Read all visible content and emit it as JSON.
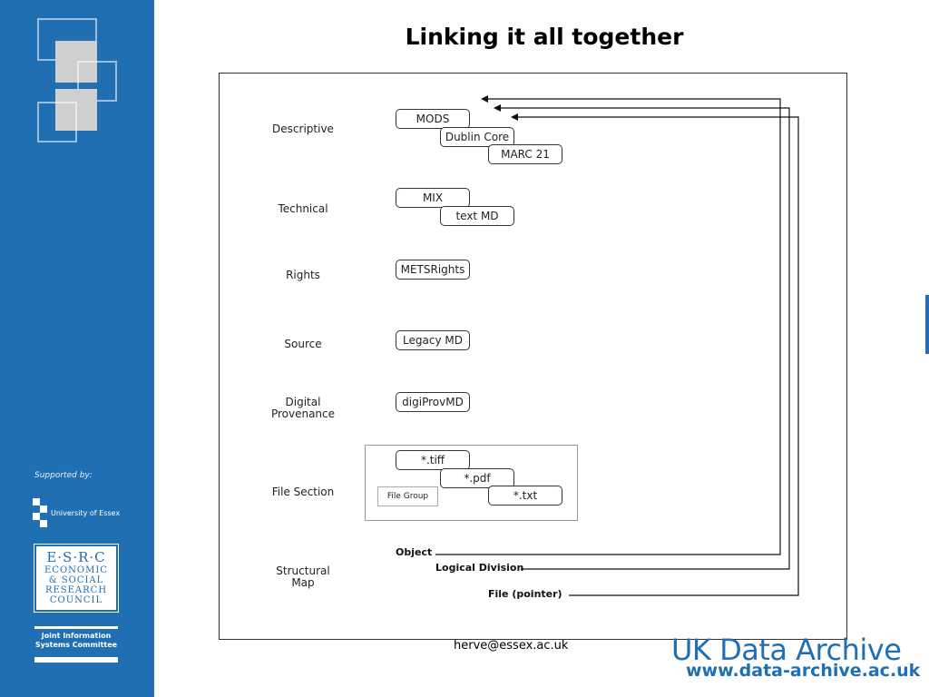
{
  "title": "Linking it all together",
  "sidebar": {
    "supported_by": "Supported by:",
    "university": "University of Essex",
    "esrc": {
      "abbr": "E·S·R·C",
      "line1": "ECONOMIC",
      "line2": "& SOCIAL",
      "line3": "RESEARCH",
      "line4": "COUNCIL"
    },
    "jisc_line1": "Joint Information",
    "jisc_line2": "Systems Committee"
  },
  "categories": {
    "descriptive": "Descriptive",
    "technical": "Technical",
    "rights": "Rights",
    "source": "Source",
    "digital_line1": "Digital",
    "digital_line2": "Provenance",
    "file_section": "File Section",
    "structural_line1": "Structural",
    "structural_line2": "Map"
  },
  "boxes": {
    "mods": "MODS",
    "dublin_core": "Dublin Core",
    "marc21": "MARC 21",
    "mix": "MIX",
    "text_md": "text MD",
    "metsrights": "METSRights",
    "legacy_md": "Legacy MD",
    "digiprovmd": "digiProvMD",
    "tiff": "*.tiff",
    "pdf": "*.pdf",
    "txt": "*.txt",
    "file_group": "File Group"
  },
  "structural_map": {
    "object": "Object",
    "logical_division": "Logical Division",
    "file_pointer": "File (pointer)"
  },
  "footer": {
    "email": "herve@essex.ac.uk",
    "archive_name": "UK Data Archive",
    "archive_url": "www.data-archive.ac.uk"
  },
  "colors": {
    "brand_blue": "#1f6fb2",
    "sidebar_square": "#cfcfcf"
  }
}
